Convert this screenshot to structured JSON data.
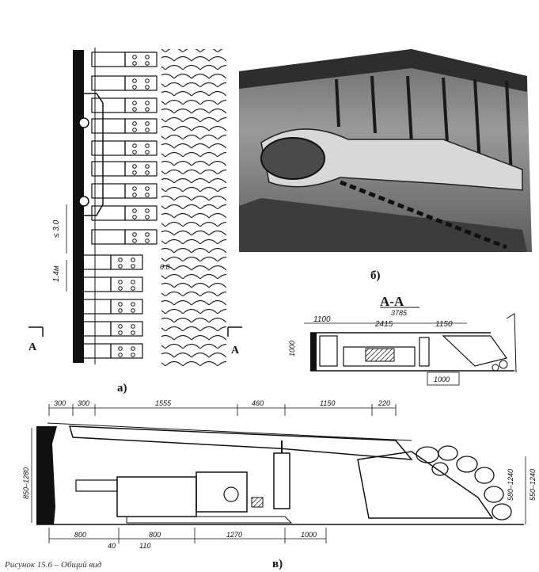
{
  "panel_labels": {
    "a": "а)",
    "b": "б)",
    "v": "в)"
  },
  "section": {
    "mark_left": "A",
    "mark_right": "A",
    "title": "А-А"
  },
  "plan_dims": {
    "d1": "≤ 3.0",
    "d2": "1.4м",
    "d3": "0.8"
  },
  "section_dims": {
    "total": "3785",
    "d1100": "1100",
    "d2415": "2415",
    "d1150": "1150",
    "height": "1000",
    "d1000": "1000"
  },
  "side_dims": {
    "top": [
      "300",
      "300",
      "1555",
      "460",
      "1150",
      "220"
    ],
    "bottom": [
      "800",
      "800",
      "1270",
      "1000",
      "40",
      "110"
    ],
    "left_height": "850–1280",
    "right_height_1": "580–1240",
    "right_height_2": "550–1240"
  },
  "caption": "Рисунок 15.6 – Общий вид"
}
